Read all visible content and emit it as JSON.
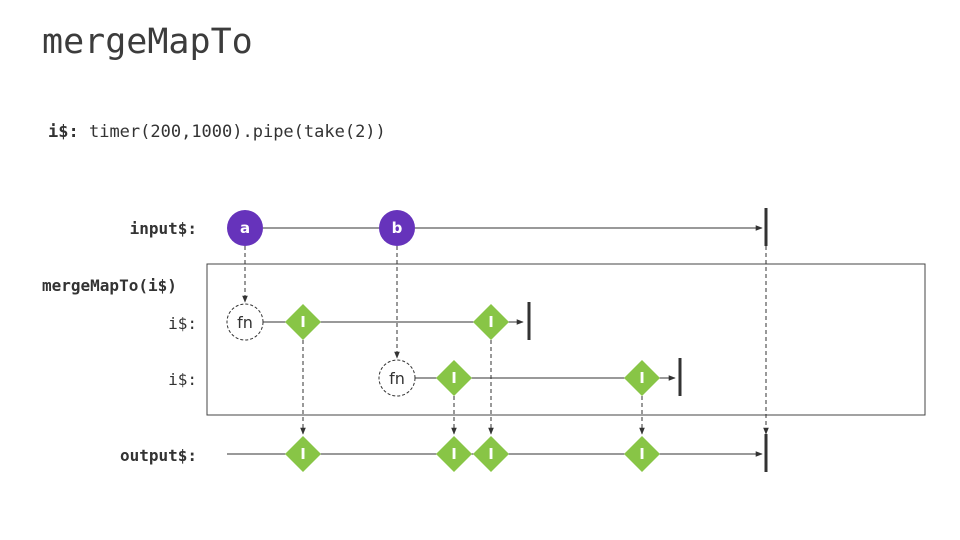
{
  "title": "mergeMapTo",
  "definition": {
    "name": "i$:",
    "code": "timer(200,1000).pipe(take(2))"
  },
  "labels": {
    "input": "input$:",
    "operator": "mergeMapTo(i$)",
    "inner1": "i$:",
    "inner2": "i$:",
    "output": "output$:"
  },
  "input_marbles": [
    "a",
    "b"
  ],
  "fn_label": "fn",
  "inner_value": "I",
  "colors": {
    "input": "#6633bb",
    "inner": "#88c546",
    "line": "#333333"
  }
}
